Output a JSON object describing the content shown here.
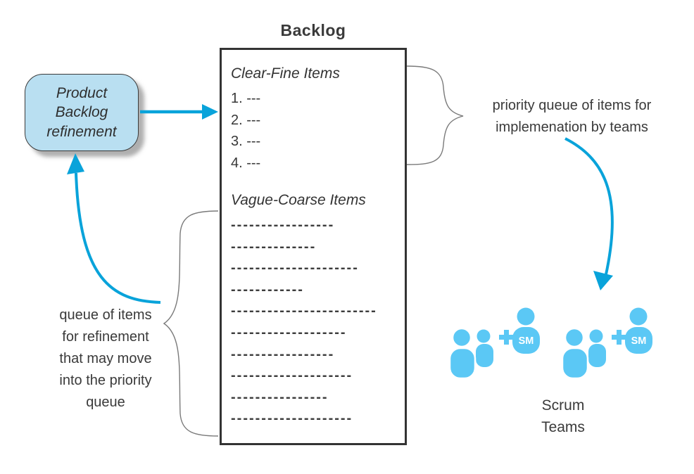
{
  "title": "Backlog",
  "refinement_box": {
    "lines": [
      "Product",
      "Backlog",
      "refinement"
    ]
  },
  "backlog_box": {
    "clear_heading": "Clear-Fine Items",
    "clear_items": [
      "1. ---",
      "2. ---",
      "3. ---",
      "4. ---"
    ],
    "vague_heading": "Vague-Coarse Items",
    "vague_lines": [
      "-----------------",
      "--------------",
      "---------------------",
      "------------",
      "------------------------",
      "-------------------",
      "-----------------",
      "--------------------",
      "----------------",
      "--------------------"
    ]
  },
  "annotations": {
    "priority_note_lines": [
      "priority queue of items for",
      "implemenation by teams"
    ],
    "refine_note_lines": [
      "queue of items",
      "for refinement",
      "that may move",
      "into the priority",
      "queue"
    ]
  },
  "teams": {
    "label_lines": [
      "Scrum",
      "Teams"
    ],
    "plus": "+",
    "sm_label": "SM"
  },
  "icons": {
    "team_icon": "two-person-silhouettes",
    "sm_icon": "person-with-SM-badge",
    "plus_icon": "+",
    "arrow_icon": "blue-arrow",
    "brace_icon": "curly-brace"
  },
  "colors": {
    "arrow_blue": "#09a3da",
    "icon_blue": "#5bc8f5",
    "refine_box_fill": "#b9dff1",
    "box_border": "#333333",
    "brace_gray": "#7a7a7a",
    "text": "#3a3a3a"
  }
}
